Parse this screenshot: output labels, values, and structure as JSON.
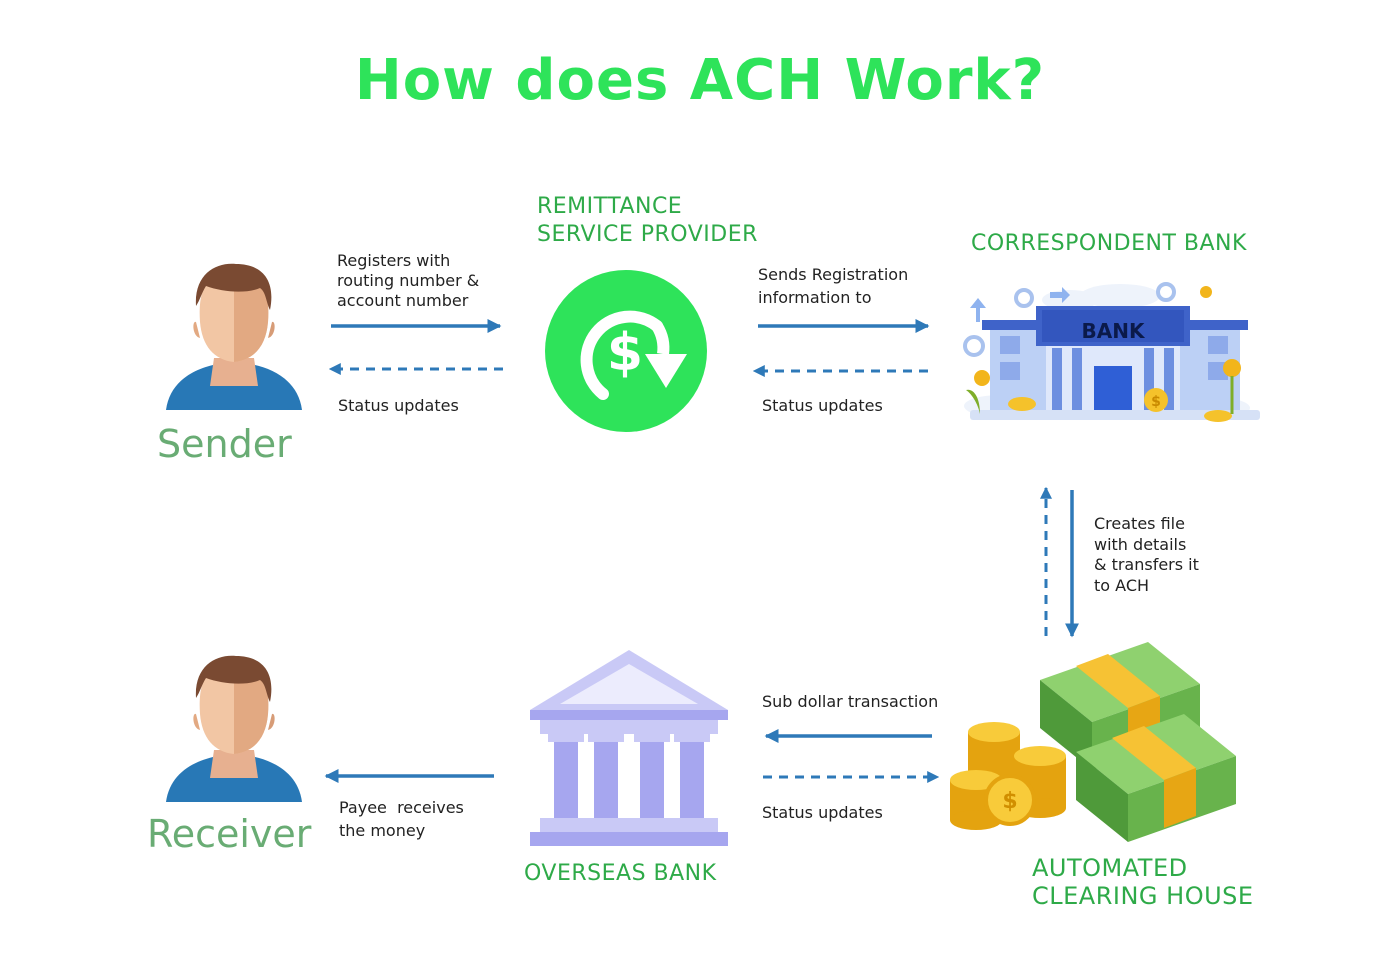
{
  "title": "How does ACH Work?",
  "colors": {
    "title": "#2ee35a",
    "node_label": "#2eaa48",
    "person_label": "#69ac74",
    "arrow": "#2e79b8",
    "rsp_circle": "#2ee35a"
  },
  "nodes": {
    "sender": {
      "label": "Sender",
      "icon": "person-icon"
    },
    "receiver": {
      "label": "Receiver",
      "icon": "person-icon"
    },
    "rsp": {
      "label_lines": [
        "REMITTANCE",
        "SERVICE PROVIDER"
      ],
      "icon": "dollar-cycle-icon"
    },
    "correspondent_bank": {
      "label": "CORRESPONDENT BANK",
      "icon": "bank-building-icon",
      "sign": "BANK"
    },
    "ach": {
      "label_lines": [
        "AUTOMATED",
        "CLEARING HOUSE"
      ],
      "icon": "money-stack-icon"
    },
    "overseas_bank": {
      "label": "OVERSEAS BANK",
      "icon": "classical-bank-icon"
    }
  },
  "edges": {
    "sender_to_rsp": {
      "label_lines": [
        "Registers with",
        "routing number &",
        "account number"
      ]
    },
    "rsp_to_sender": {
      "label": "Status updates"
    },
    "rsp_to_bank": {
      "label_lines": [
        "Sends Registration",
        "information to"
      ]
    },
    "bank_to_rsp": {
      "label": "Status updates"
    },
    "bank_to_ach": {
      "label_lines": [
        "Creates file",
        "with details",
        "& transfers it",
        "to ACH"
      ]
    },
    "ach_to_overseas": {
      "label": "Sub dollar transaction"
    },
    "overseas_to_ach": {
      "label": "Status updates"
    },
    "overseas_to_receiver": {
      "label_lines": [
        "Payee  receives",
        "the money"
      ]
    }
  }
}
